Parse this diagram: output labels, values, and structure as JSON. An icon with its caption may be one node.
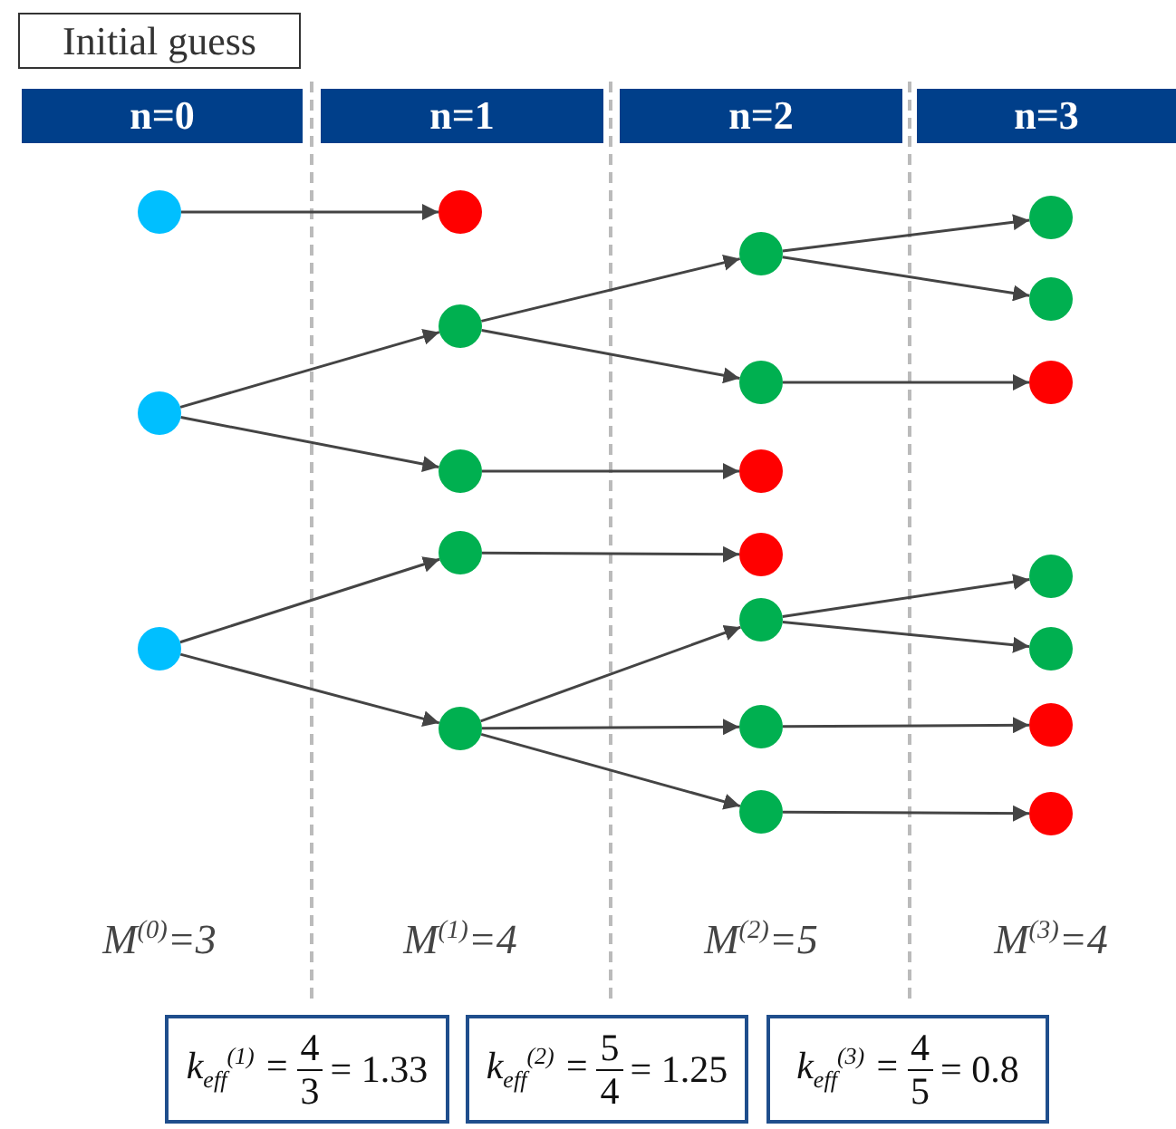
{
  "diagram": {
    "nodes": [
      {
        "text": [
          "Initial guess"
        ]
      },
      {
        "text": [
          "n=0"
        ]
      },
      {
        "text": [
          "n=1"
        ]
      },
      {
        "text": [
          "n=2"
        ]
      },
      {
        "text": [
          "n=3"
        ]
      },
      {
        "text": [],
        "shape": "circle"
      },
      {
        "text": [],
        "shape": "circle"
      },
      {
        "text": [],
        "shape": "circle"
      },
      {
        "text": [],
        "shape": "circle"
      },
      {
        "text": [],
        "shape": "circle"
      },
      {
        "text": [],
        "shape": "circle"
      },
      {
        "text": [],
        "shape": "circle"
      },
      {
        "text": [],
        "shape": "circle"
      },
      {
        "text": [],
        "shape": "circle"
      },
      {
        "text": [],
        "shape": "circle"
      },
      {
        "text": [],
        "shape": "circle"
      },
      {
        "text": [],
        "shape": "circle"
      },
      {
        "text": [],
        "shape": "circle"
      },
      {
        "text": [],
        "shape": "circle"
      },
      {
        "text": [],
        "shape": "circle"
      },
      {
        "text": [],
        "shape": "circle"
      },
      {
        "text": [],
        "shape": "circle"
      },
      {
        "text": [],
        "shape": "circle"
      },
      {
        "text": [],
        "shape": "circle"
      },
      {
        "text": [],
        "shape": "circle"
      },
      {
        "text": [],
        "shape": "circle"
      },
      {
        "text": [],
        "shape": "circle"
      },
      {
        "text": [
          "k$_{eff}$$^{(1)}$ =",
          "4",
          "3",
          "= 1.33"
        ]
      },
      {
        "text": [
          "k$_{eff}$$^{(2)}$ =",
          "5",
          "4",
          "= 1.25"
        ]
      },
      {
        "text": [
          "k$_{eff}$$^{(3)}$ =",
          "4",
          "5",
          "= 0.8"
        ]
      }
    ],
    "edges": [
      {
        "from": 5,
        "to": 8,
        "arrow": "to"
      },
      {
        "from": 6,
        "to": 9,
        "arrow": "to"
      },
      {
        "from": 6,
        "to": 10,
        "arrow": "to"
      },
      {
        "from": 7,
        "to": 11,
        "arrow": "to"
      },
      {
        "from": 7,
        "to": 12,
        "arrow": "to"
      },
      {
        "from": 9,
        "to": 13,
        "arrow": "to"
      },
      {
        "from": 9,
        "to": 14,
        "arrow": "to"
      },
      {
        "from": 10,
        "to": 15,
        "arrow": "to"
      },
      {
        "from": 11,
        "to": 16,
        "arrow": "to"
      },
      {
        "from": 12,
        "to": 17,
        "arrow": "to"
      },
      {
        "from": 12,
        "to": 18,
        "arrow": "to"
      },
      {
        "from": 12,
        "to": 19,
        "arrow": "to"
      },
      {
        "from": 13,
        "to": 20,
        "arrow": "to"
      },
      {
        "from": 13,
        "to": 21,
        "arrow": "to"
      },
      {
        "from": 14,
        "to": 22,
        "arrow": "to"
      },
      {
        "from": 17,
        "to": 23,
        "arrow": "to"
      },
      {
        "from": 17,
        "to": 24,
        "arrow": "to"
      },
      {
        "from": 18,
        "to": 25,
        "arrow": "to"
      },
      {
        "from": 19,
        "to": 26,
        "arrow": "to"
      }
    ],
    "labels": [
      "M$^{(0)}$=3",
      "M$^{(1)}$=4",
      "M$^{(2)}$=5",
      "M$^{(3)}$=4"
    ]
  }
}
